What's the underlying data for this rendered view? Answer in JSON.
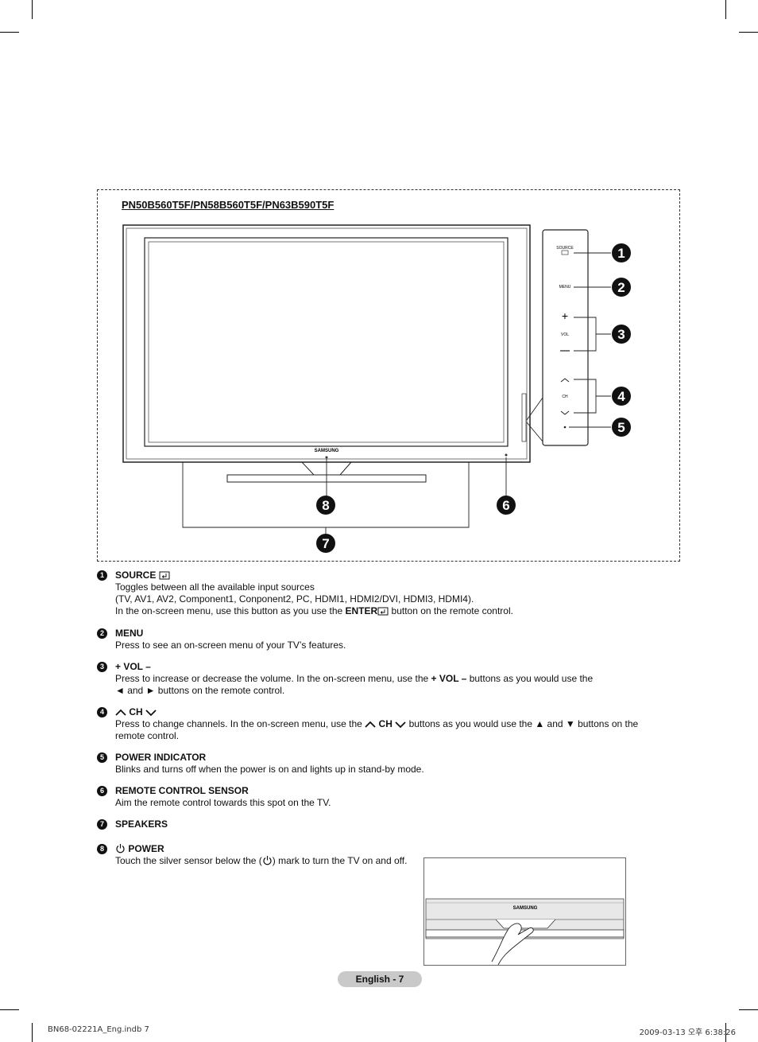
{
  "model_title": "PN50B560T5F/PN58B560T5F/PN63B590T5F",
  "tv": {
    "brand": "SAMSUNG",
    "panel_labels": {
      "source": "SOURCE",
      "menu": "MENU",
      "vol": "VOL",
      "ch": "CH"
    },
    "callouts": [
      "1",
      "2",
      "3",
      "4",
      "5",
      "6",
      "7",
      "8"
    ]
  },
  "items": [
    {
      "num": "1",
      "title": "SOURCE",
      "lines": [
        "Toggles between all the available input sources",
        "(TV, AV1, AV2, Component1, Conponent2, PC, HDMI1, HDMI2/DVI, HDMI3, HDMI4)."
      ],
      "line3_pre": "In the on-screen menu, use this button as you use the ",
      "line3_bold": "ENTER",
      "line3_post": " button on the remote control."
    },
    {
      "num": "2",
      "title": "MENU",
      "lines": [
        "Press to see an on-screen menu of your TV’s features."
      ]
    },
    {
      "num": "3",
      "title": "+ VOL –",
      "line1_pre": "Press to increase or decrease the volume. In the on-screen menu, use the ",
      "line1_bold": "+ VOL –",
      "line1_post": " buttons as you would use the",
      "line2": "◄ and ► buttons on the remote control."
    },
    {
      "num": "4",
      "title": "CH",
      "line1_pre": "Press to change channels. In the on-screen menu, use the ",
      "line1_bold": "CH",
      "line1_post": " buttons as you would use the ▲ and ▼ buttons on the",
      "line2": "remote control."
    },
    {
      "num": "5",
      "title": "POWER INDICATOR",
      "lines": [
        "Blinks and turns off when the power is on and lights up in stand-by mode."
      ]
    },
    {
      "num": "6",
      "title": "REMOTE CONTROL SENSOR",
      "lines": [
        "Aim the remote control towards this spot on the TV."
      ]
    },
    {
      "num": "7",
      "title": "SPEAKERS",
      "lines": []
    },
    {
      "num": "8",
      "title": "POWER",
      "line1_pre": "Touch the silver sensor below the (",
      "line1_post": ") mark to turn the TV on and off."
    }
  ],
  "inset_brand": "SAMSUNG",
  "footer": {
    "page": "English - 7",
    "file": "BN68-02221A_Eng.indb   7",
    "date": "2009-03-13   오후 6:38:26"
  }
}
